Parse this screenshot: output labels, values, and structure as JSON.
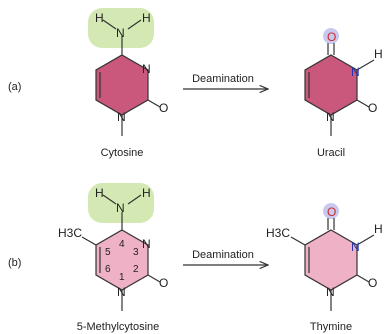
{
  "panels": [
    {
      "label": "(a)",
      "arrow_label": "Deamination",
      "reactant": {
        "name": "Cytosine",
        "amino": {
          "n": "N",
          "h_left": "H",
          "h_right": "H"
        },
        "ring_n_right": "N",
        "ring_n_bottom": "N",
        "carbonyl_o": "O"
      },
      "product": {
        "name": "Uracil",
        "top_o": "O",
        "ring_n_right": "N",
        "n_h": "H",
        "ring_n_bottom": "N",
        "carbonyl_o": "O"
      }
    },
    {
      "label": "(b)",
      "arrow_label": "Deamination",
      "reactant": {
        "name": "5-Methylcytosine",
        "amino": {
          "n": "N",
          "h_left": "H",
          "h_right": "H"
        },
        "methyl": "H3C",
        "ring_n_right": "N",
        "ring_n_bottom": "N",
        "carbonyl_o": "O",
        "ring_numbers": [
          "1",
          "2",
          "3",
          "4",
          "5",
          "6"
        ]
      },
      "product": {
        "name": "Thymine",
        "top_o": "O",
        "methyl": "H3C",
        "ring_n_right": "N",
        "n_h": "H",
        "ring_n_bottom": "N",
        "carbonyl_o": "O"
      }
    }
  ],
  "colors": {
    "ring_dark": "#c9587c",
    "ring_light": "#efb1c5",
    "amino_highlight": "#d4e8b4",
    "oxygen_highlight": "#c9c9ef",
    "oxygen_text": "#cc2a2a",
    "nitrogen_text": "#2233aa"
  }
}
